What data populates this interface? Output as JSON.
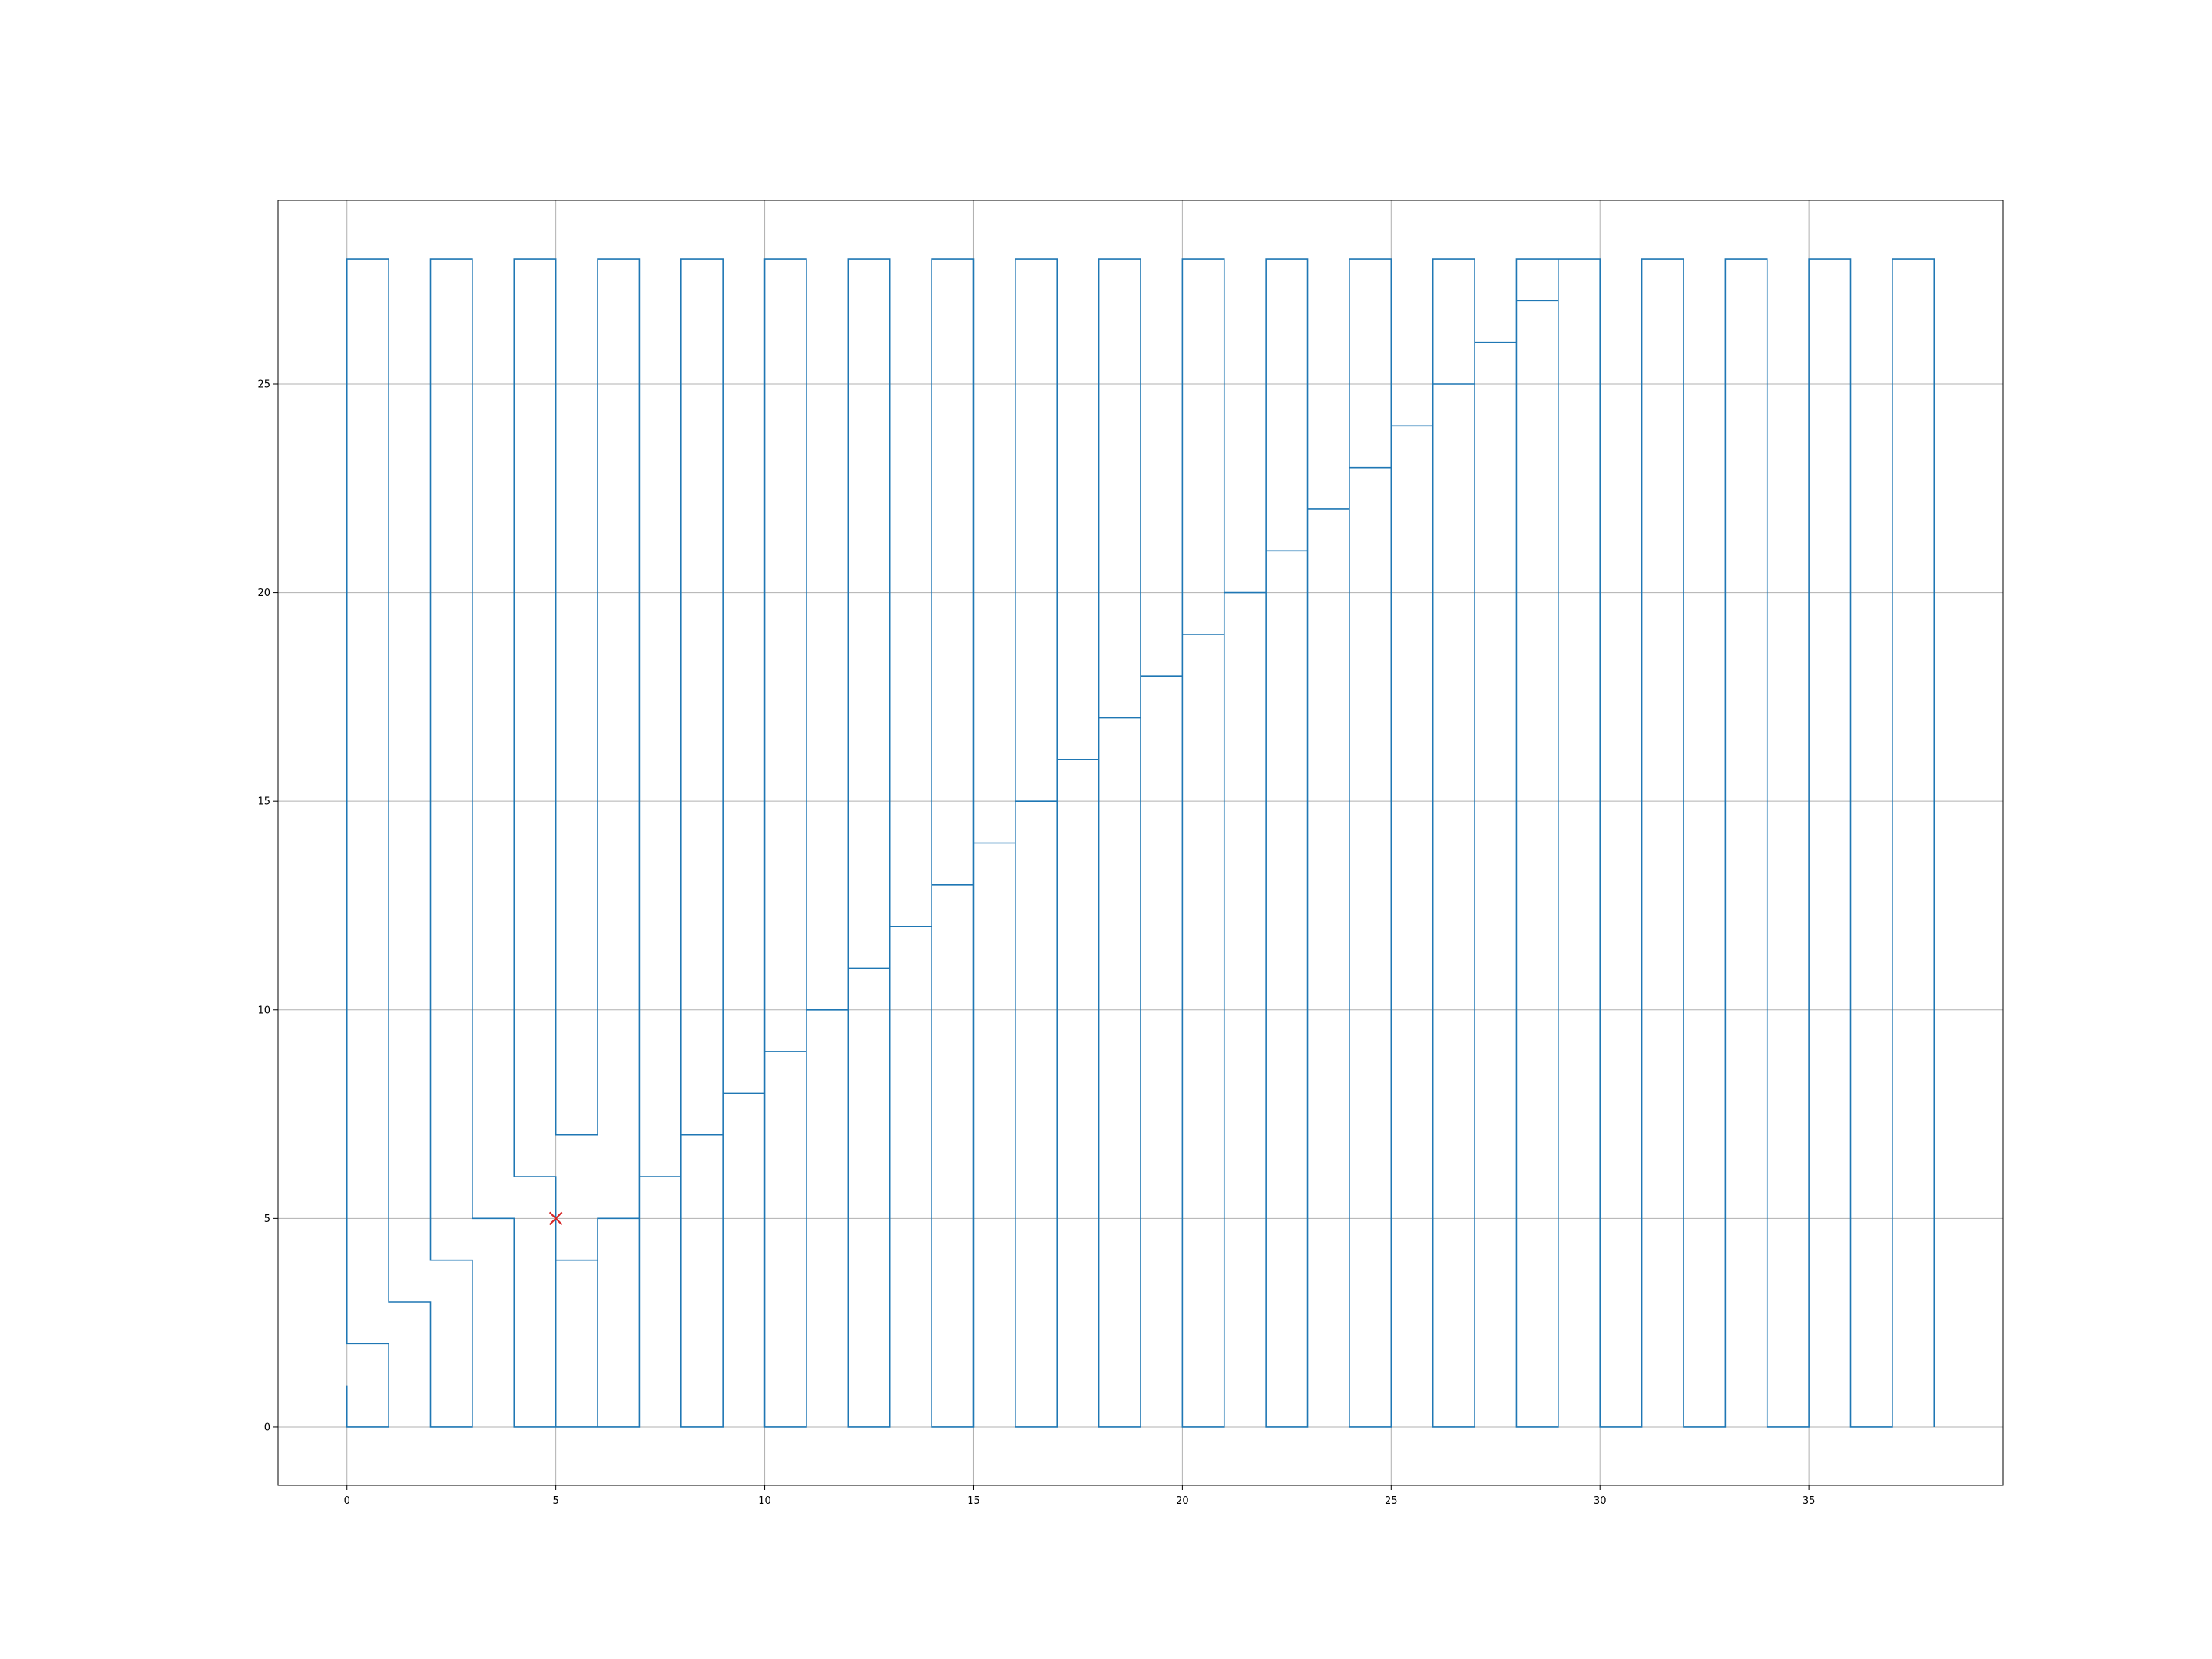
{
  "chart_data": {
    "type": "line",
    "title": "",
    "xlabel": "",
    "ylabel": "",
    "xlim": [
      -1.65,
      39.65
    ],
    "ylim": [
      -1.4,
      29.4
    ],
    "grid": true,
    "x_ticks": [
      0,
      5,
      10,
      15,
      20,
      25,
      30,
      35
    ],
    "y_ticks": [
      0,
      5,
      10,
      15,
      20,
      25
    ],
    "x_tick_labels": [
      "0",
      "5",
      "10",
      "15",
      "20",
      "25",
      "30",
      "35"
    ],
    "y_tick_labels": [
      "0",
      "5",
      "10",
      "15",
      "20",
      "25"
    ],
    "series": [
      {
        "color": "#1f77b4",
        "x": [
          0,
          0,
          1,
          1,
          0,
          0,
          1,
          1,
          2,
          2,
          3,
          3,
          2,
          2,
          3,
          3,
          4,
          4,
          5,
          5,
          6,
          6,
          5,
          5,
          4,
          4,
          5,
          5,
          6,
          6,
          7,
          7,
          6,
          6,
          7,
          7,
          8,
          8,
          9,
          9,
          8,
          8,
          9,
          9,
          10,
          10,
          11,
          11,
          10,
          10,
          11,
          11,
          12,
          12,
          13,
          13,
          12,
          12,
          13,
          13,
          14,
          14,
          15,
          15,
          14,
          14,
          15,
          15,
          16,
          16,
          17,
          17,
          16,
          16,
          17,
          17,
          18,
          18,
          19,
          19,
          18,
          18,
          19,
          19,
          20,
          20,
          21,
          21,
          20,
          20,
          21,
          21,
          22,
          22,
          23,
          23,
          22,
          22,
          23,
          23,
          24,
          24,
          25,
          25,
          24,
          24,
          25,
          25,
          26,
          26,
          27,
          27,
          26,
          26,
          27,
          27,
          28,
          28,
          29,
          29,
          28,
          28,
          29,
          29,
          30,
          30,
          31,
          31,
          32,
          32,
          33,
          33,
          34,
          34,
          35,
          35,
          36,
          36,
          37,
          37,
          38,
          38
        ],
        "y": [
          1,
          0,
          0,
          2,
          2,
          28,
          28,
          3,
          3,
          0,
          0,
          4,
          4,
          28,
          28,
          5,
          5,
          0,
          0,
          4,
          4,
          0,
          0,
          6,
          6,
          28,
          28,
          7,
          7,
          28,
          28,
          5,
          5,
          0,
          0,
          6,
          6,
          28,
          28,
          7,
          7,
          0,
          0,
          8,
          8,
          28,
          28,
          9,
          9,
          0,
          0,
          10,
          10,
          28,
          28,
          11,
          11,
          0,
          0,
          12,
          12,
          28,
          28,
          13,
          13,
          0,
          0,
          14,
          14,
          28,
          28,
          15,
          15,
          0,
          0,
          16,
          16,
          28,
          28,
          17,
          17,
          0,
          0,
          18,
          18,
          28,
          28,
          19,
          19,
          0,
          0,
          20,
          20,
          28,
          28,
          21,
          21,
          0,
          0,
          22,
          22,
          28,
          28,
          23,
          23,
          0,
          0,
          24,
          24,
          28,
          28,
          25,
          25,
          0,
          0,
          26,
          26,
          28,
          28,
          27,
          27,
          0,
          0,
          28,
          28,
          0,
          0,
          28,
          28,
          0,
          0,
          28,
          28,
          0,
          0,
          28,
          28,
          0,
          0,
          28,
          28,
          0
        ]
      }
    ],
    "markers": [
      {
        "x": 5,
        "y": 5,
        "symbol": "x",
        "color": "#d62728"
      }
    ]
  }
}
